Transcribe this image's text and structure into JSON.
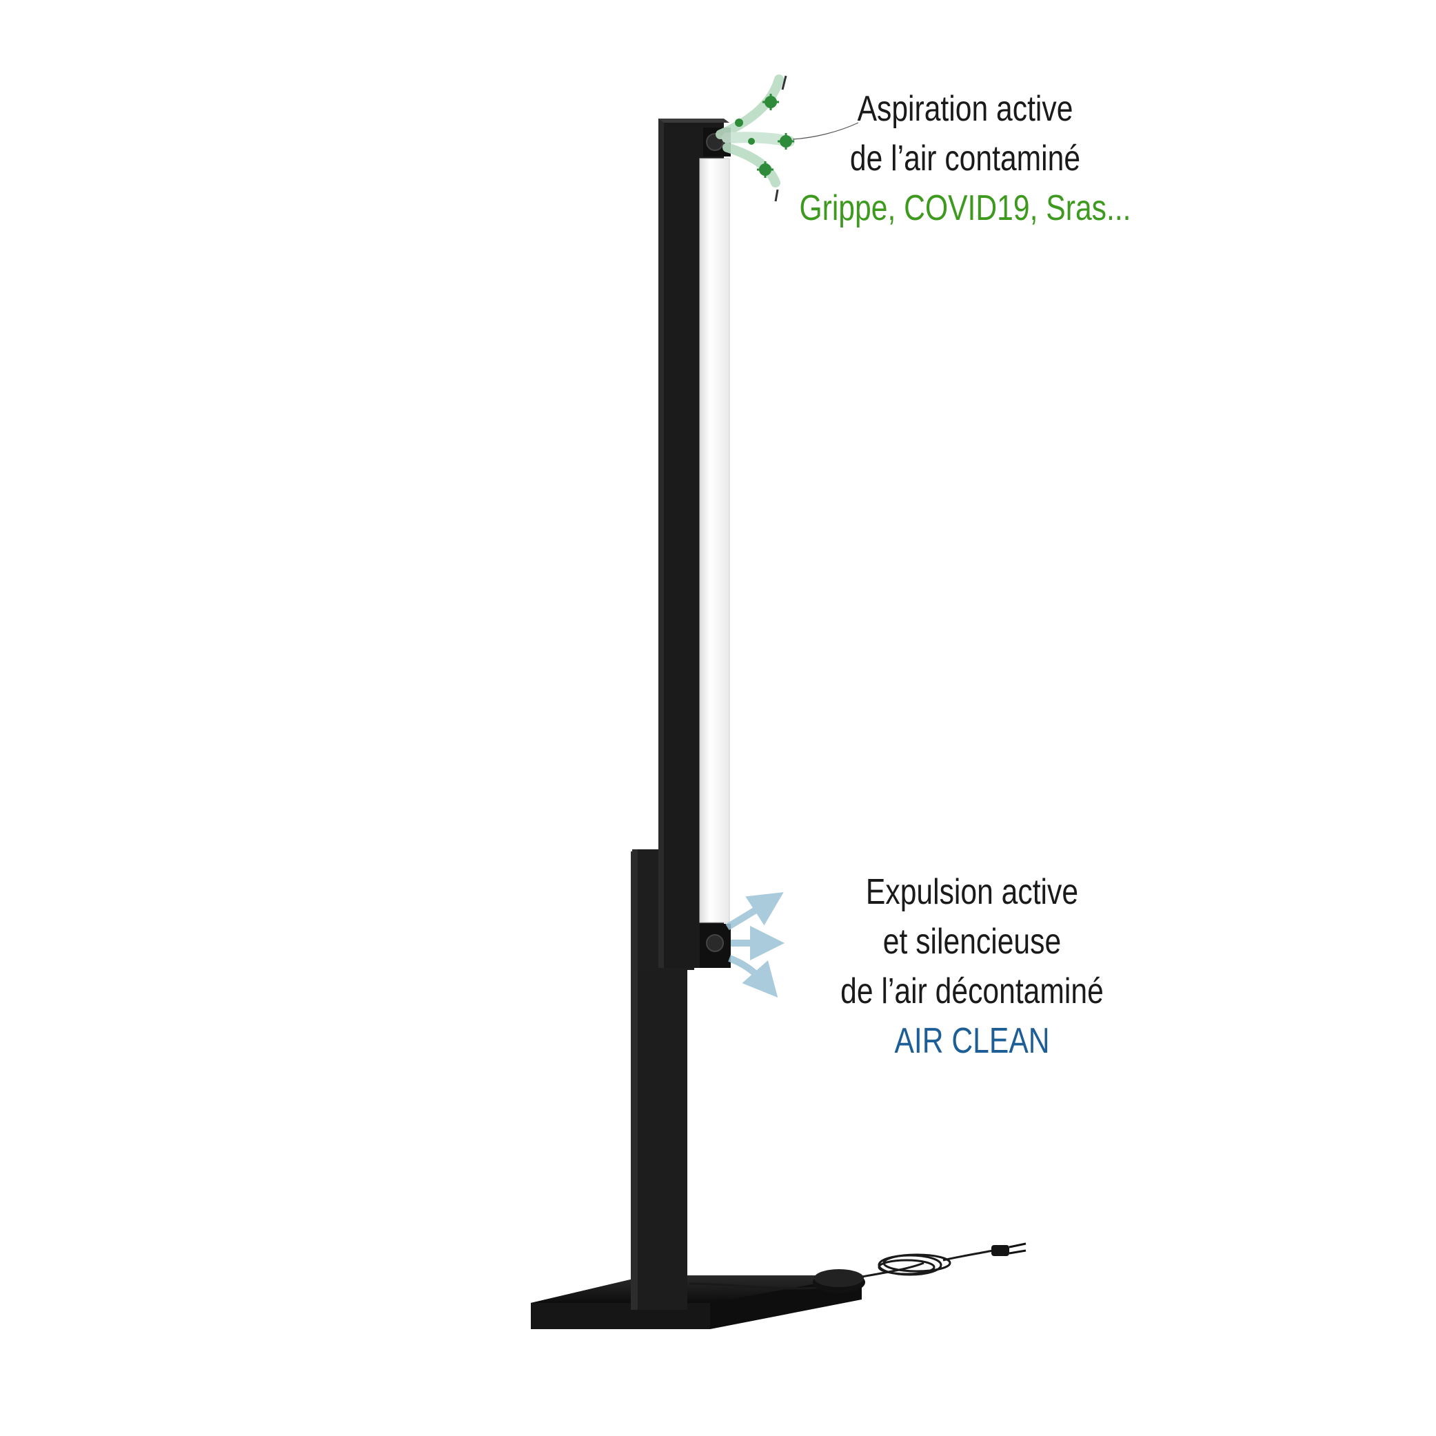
{
  "intake_caption": {
    "line1": "Aspiration active",
    "line2": "de l’air contaminé",
    "line3": "Grippe, COVID19, Sras..."
  },
  "outflow_caption": {
    "line1": "Expulsion active",
    "line2": "et silencieuse",
    "line3": "de l’air décontaminé",
    "line4": "AIR CLEAN"
  },
  "colors": {
    "body_text": "#1a1a1a",
    "virus_accent": "#3d9a1e",
    "clean_accent": "#1d5e97",
    "device_body": "#1b1b1b",
    "light_panel": "#f6f6f6",
    "outflow_arrows": "#9cc3d6",
    "intake_particles": "#2e8b3a"
  },
  "icons": [
    "virus-particle-icon",
    "airflow-arrow-icon",
    "power-switch-icon"
  ]
}
